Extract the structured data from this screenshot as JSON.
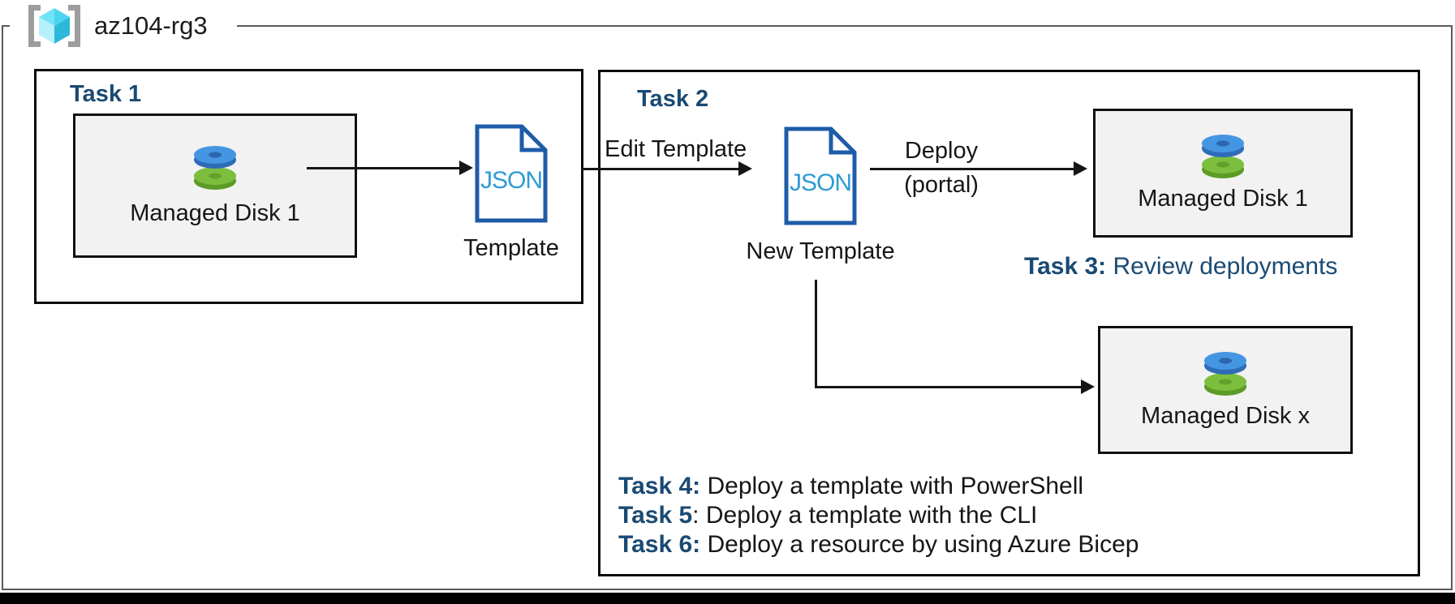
{
  "resource_group": {
    "name": "az104-rg3"
  },
  "task1": {
    "title": "Task 1",
    "disk_box": {
      "label": "Managed Disk 1"
    },
    "template": {
      "doc_text": "JSON",
      "label": "Template"
    }
  },
  "task2": {
    "title": "Task 2",
    "edit_arrow_label": "Edit Template",
    "new_template": {
      "doc_text": "JSON",
      "label": "New Template"
    },
    "deploy_arrow": {
      "label_top": "Deploy",
      "label_bottom": "(portal)"
    },
    "disk_box_top": {
      "label": "Managed Disk 1"
    },
    "disk_box_bottom": {
      "label": "Managed Disk x"
    },
    "task3": {
      "prefix": "Task 3:",
      "text": " Review deployments"
    },
    "task_list": [
      {
        "prefix": "Task 4:",
        "text": " Deploy a template with PowerShell"
      },
      {
        "prefix": "Task 5",
        "text": ": Deploy a template with the CLI"
      },
      {
        "prefix": "Task 6:",
        "text": " Deploy a resource by using Azure Bicep"
      }
    ]
  },
  "colors": {
    "navy": "#1a4a73",
    "doc-border": "#1e5ca8",
    "doc-text": "#2e9bd5",
    "box-bg": "#f2f2f2",
    "rg-border": "#595959"
  }
}
